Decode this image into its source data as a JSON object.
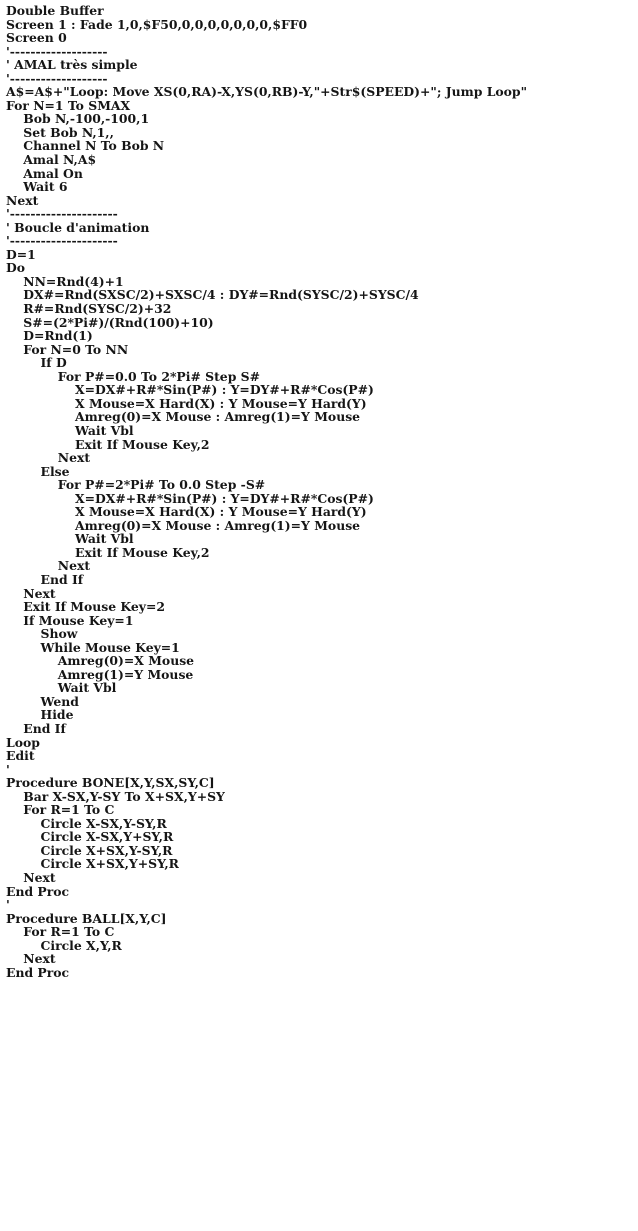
{
  "listing": {
    "lines": [
      "Double Buffer",
      "Screen 1 : Fade 1,0,$F50,0,0,0,0,0,0,0,$FF0",
      "Screen 0",
      "'-------------------",
      "' AMAL très simple",
      "'-------------------",
      "A$=A$+\"Loop: Move XS(0,RA)-X,YS(0,RB)-Y,\"+Str$(SPEED)+\"; Jump Loop\"",
      "For N=1 To SMAX",
      "    Bob N,-100,-100,1",
      "    Set Bob N,1,,",
      "    Channel N To Bob N",
      "    Amal N,A$",
      "    Amal On",
      "    Wait 6",
      "Next",
      "'---------------------",
      "' Boucle d'animation",
      "'---------------------",
      "D=1",
      "Do",
      "    NN=Rnd(4)+1",
      "    DX#=Rnd(SXSC/2)+SXSC/4 : DY#=Rnd(SYSC/2)+SYSC/4",
      "    R#=Rnd(SYSC/2)+32",
      "    S#=(2*Pi#)/(Rnd(100)+10)",
      "    D=Rnd(1)",
      "    For N=0 To NN",
      "        If D",
      "            For P#=0.0 To 2*Pi# Step S#",
      "                X=DX#+R#*Sin(P#) : Y=DY#+R#*Cos(P#)",
      "                X Mouse=X Hard(X) : Y Mouse=Y Hard(Y)",
      "                Amreg(0)=X Mouse : Amreg(1)=Y Mouse",
      "                Wait Vbl",
      "                Exit If Mouse Key,2",
      "            Next",
      "        Else",
      "            For P#=2*Pi# To 0.0 Step -S#",
      "                X=DX#+R#*Sin(P#) : Y=DY#+R#*Cos(P#)",
      "                X Mouse=X Hard(X) : Y Mouse=Y Hard(Y)",
      "                Amreg(0)=X Mouse : Amreg(1)=Y Mouse",
      "                Wait Vbl",
      "                Exit If Mouse Key,2",
      "            Next",
      "        End If",
      "    Next",
      "    Exit If Mouse Key=2",
      "    If Mouse Key=1",
      "        Show",
      "        While Mouse Key=1",
      "            Amreg(0)=X Mouse",
      "            Amreg(1)=Y Mouse",
      "            Wait Vbl",
      "        Wend",
      "        Hide",
      "    End If",
      "Loop",
      "Edit",
      "'",
      "Procedure BONE[X,Y,SX,SY,C]",
      "    Bar X-SX,Y-SY To X+SX,Y+SY",
      "    For R=1 To C",
      "        Circle X-SX,Y-SY,R",
      "        Circle X-SX,Y+SY,R",
      "        Circle X+SX,Y-SY,R",
      "        Circle X+SX,Y+SY,R",
      "    Next",
      "End Proc",
      "'",
      "Procedure BALL[X,Y,C]",
      "    For R=1 To C",
      "        Circle X,Y,R",
      "    Next",
      "End Proc"
    ]
  }
}
